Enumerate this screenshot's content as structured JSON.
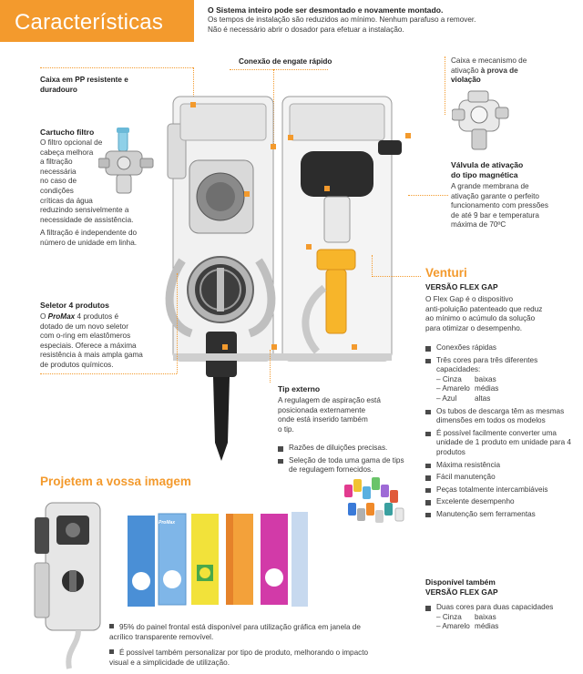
{
  "header": {
    "title": "Características",
    "lead_bold": "O Sistema inteiro pode ser desmontado e novamente montado.",
    "lead_1": "Os tempos de instalação são reduzidos ao mínimo. Nenhum parafuso a remover.",
    "lead_2": "Não é necessário abrir o dosador para efetuar a instalação."
  },
  "callouts": {
    "caixa_pp_1": "Caixa em PP resistente e",
    "caixa_pp_2": "duradouro",
    "conexao": "Conexão de engate rápido",
    "caixa_mec_1": "Caixa e mecanismo de",
    "caixa_mec_2": "ativação",
    "caixa_mec_3": "à prova de",
    "caixa_mec_4": "violação"
  },
  "cartucho": {
    "title": "Cartucho filtro",
    "lines": [
      "O filtro opcional de",
      "cabeça melhora",
      "a filtração",
      "necessária",
      "no caso de",
      "condições",
      "críticas da água",
      "reduzindo sensivelmente a",
      "necessidade de assistência."
    ],
    "extra_1": "A filtração é independente do",
    "extra_2": "número de unidade em linha."
  },
  "valvula": {
    "title_1": "Válvula de ativação",
    "title_2": "do tipo magnética",
    "lines": [
      "A grande membrana de",
      "ativação garante o perfeito",
      "funcionamento com pressões",
      "de até 9 bar e temperatura",
      "máxima de 70ºC"
    ]
  },
  "seletor": {
    "title": "Seletor 4 produtos",
    "line1_pre": "O",
    "brand": "ProMax",
    "line1_post": "4 produtos é",
    "lines": [
      "dotado de um novo seletor",
      "com o-ring em elastômeros",
      "especiais. Oferece a máxima",
      "resistência à mais ampla gama",
      "de produtos químicos."
    ]
  },
  "tip": {
    "title": "Tip externo",
    "lines": [
      "A regulagem de aspiração está",
      "posicionada externamente",
      "onde está inserido também",
      "o tip."
    ],
    "bullets": [
      "Razões de diluições precisas.",
      "Seleção de toda uma gama de tips de regulagem fornecidos."
    ]
  },
  "venturi": {
    "title": "Venturi",
    "subtitle": "VERSÃO FLEX GAP",
    "lines": [
      "O Flex Gap é o dispositivo",
      "anti-poluição patenteado que reduz",
      "ao mínimo o acúmulo da solução",
      "para otimizar o desempenho."
    ],
    "bullet_1": "Conexões rápidas",
    "bullet_2": "Três cores para três diferentes capacidades:",
    "capacities": [
      {
        "color": "– Cinza",
        "value": "baixas"
      },
      {
        "color": "– Amarelo",
        "value": "médias"
      },
      {
        "color": "– Azul",
        "value": "altas"
      }
    ],
    "bullets_rest": [
      "Os tubos de descarga têm as mesmas dimensões em todos os modelos",
      "É possível facilmente converter uma unidade de 1 produto em unidade para 4 produtos",
      "Máxima resistência",
      "Fácil manutenção",
      "Peças totalmente intercambiáveis",
      "Excelente desempenho",
      "Manutenção sem ferramentas"
    ]
  },
  "disponivel": {
    "title_1": "Disponível também",
    "title_2": "VERSÃO FLEX GAP",
    "bullet": "Duas cores para duas capacidades",
    "capacities": [
      {
        "color": "– Cinza",
        "value": "baixas"
      },
      {
        "color": "– Amarelo",
        "value": "médias"
      }
    ]
  },
  "projetem": {
    "title": "Projetem a vossa imagem",
    "panel_logo": "ProMax",
    "bullet_1": "95% do painel frontal está disponível para utilização gráfica em janela de acrílico transparente removível.",
    "bullet_2": "É possível também personalizar por tipo de produto, melhorando o impacto visual e a simplicidade de utilização."
  },
  "colors": {
    "accent": "#f39a2d",
    "text": "#3a3a3a"
  }
}
